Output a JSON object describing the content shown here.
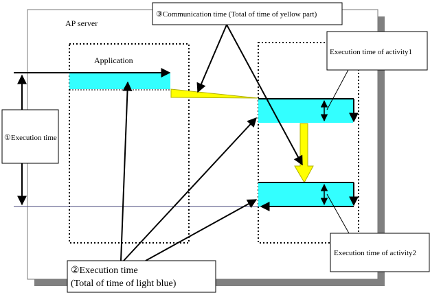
{
  "server_label": "AP server",
  "application_label": "Application",
  "callouts": {
    "communication": "③Communication time (Total of time of yellow part)",
    "activity1": "Execution time of activity1",
    "activity2": "Execution time of activity2",
    "execution_total_line1": "②Execution time",
    "execution_total_line2": "(Total of time of light blue)",
    "execution_time": "①Execution time"
  },
  "colors": {
    "light_blue": "#33ffff",
    "yellow": "#ffff00",
    "shadow": "#808080",
    "border": "#000000"
  }
}
